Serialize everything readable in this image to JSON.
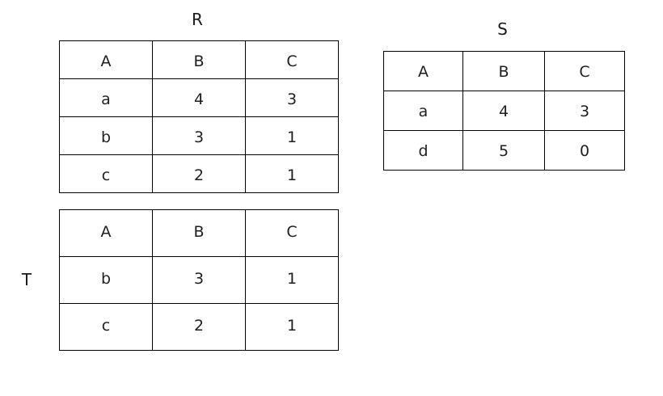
{
  "page": {
    "background_color": "#ffffff",
    "line_color": "#000000",
    "text_color": "#1a1a1a"
  },
  "tables": {
    "R": {
      "caption": "R",
      "caption_position": "above",
      "columns": [
        "A",
        "B",
        "C"
      ],
      "rows": [
        [
          "a",
          "4",
          "3"
        ],
        [
          "b",
          "3",
          "1"
        ],
        [
          "c",
          "2",
          "1"
        ]
      ]
    },
    "S": {
      "caption": "S",
      "caption_position": "above",
      "columns": [
        "A",
        "B",
        "C"
      ],
      "rows": [
        [
          "a",
          "4",
          "3"
        ],
        [
          "d",
          "5",
          "0"
        ]
      ]
    },
    "T": {
      "caption": "T",
      "caption_position": "left",
      "columns": [
        "A",
        "B",
        "C"
      ],
      "rows": [
        [
          "b",
          "3",
          "1"
        ],
        [
          "c",
          "2",
          "1"
        ]
      ]
    }
  }
}
